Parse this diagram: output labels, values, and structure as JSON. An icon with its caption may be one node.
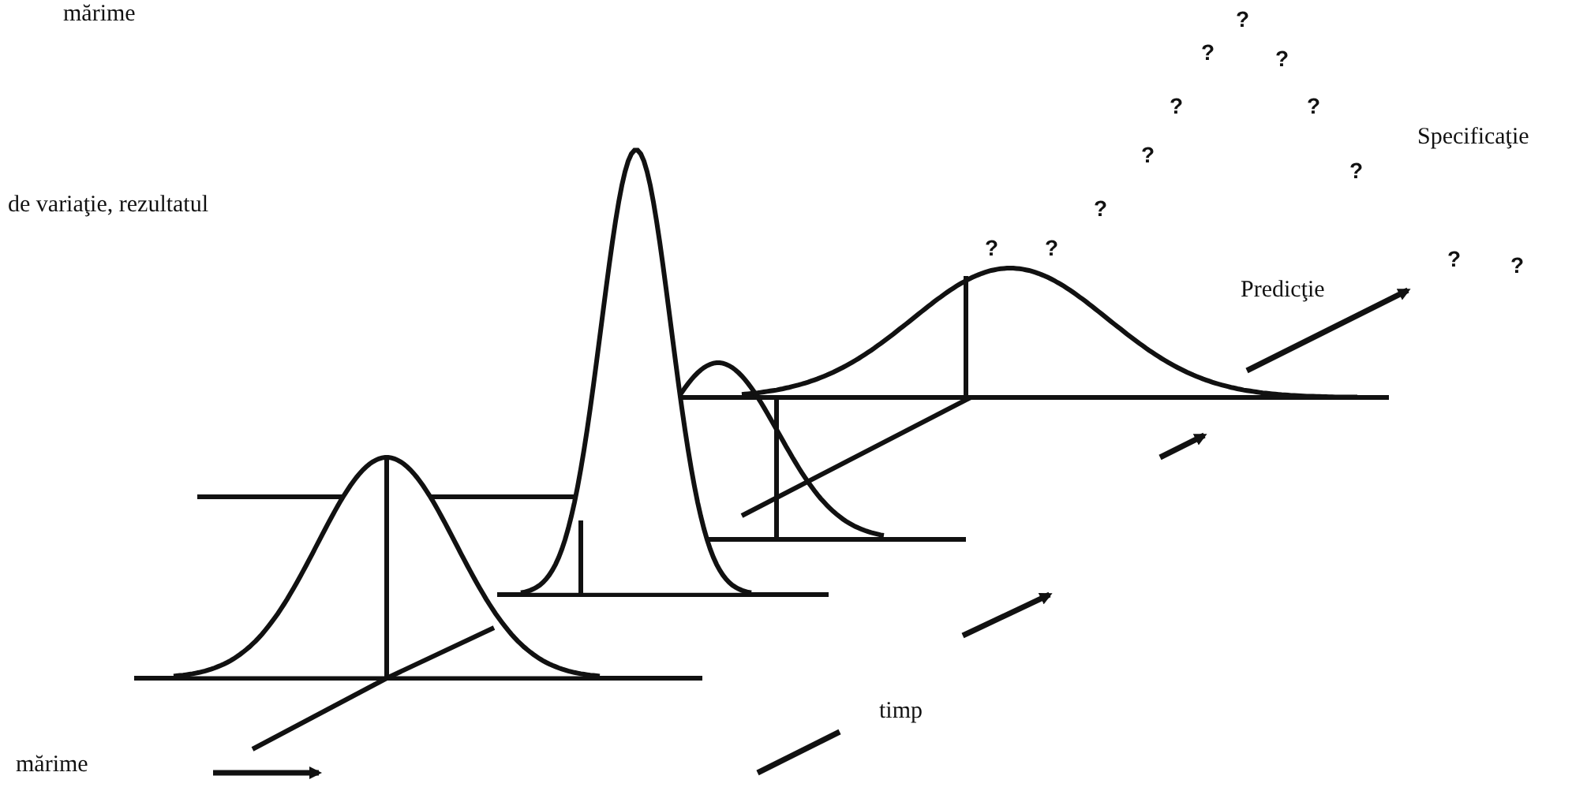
{
  "diagram": {
    "labels": [
      "mărime",
      "?",
      "?",
      "?",
      "?",
      "?",
      "Specificaţie",
      "?",
      "?",
      "de variaţie, rezultatul",
      "?",
      "?",
      "?",
      "?",
      "?",
      "Predicţie",
      "timp",
      "mărime"
    ]
  }
}
